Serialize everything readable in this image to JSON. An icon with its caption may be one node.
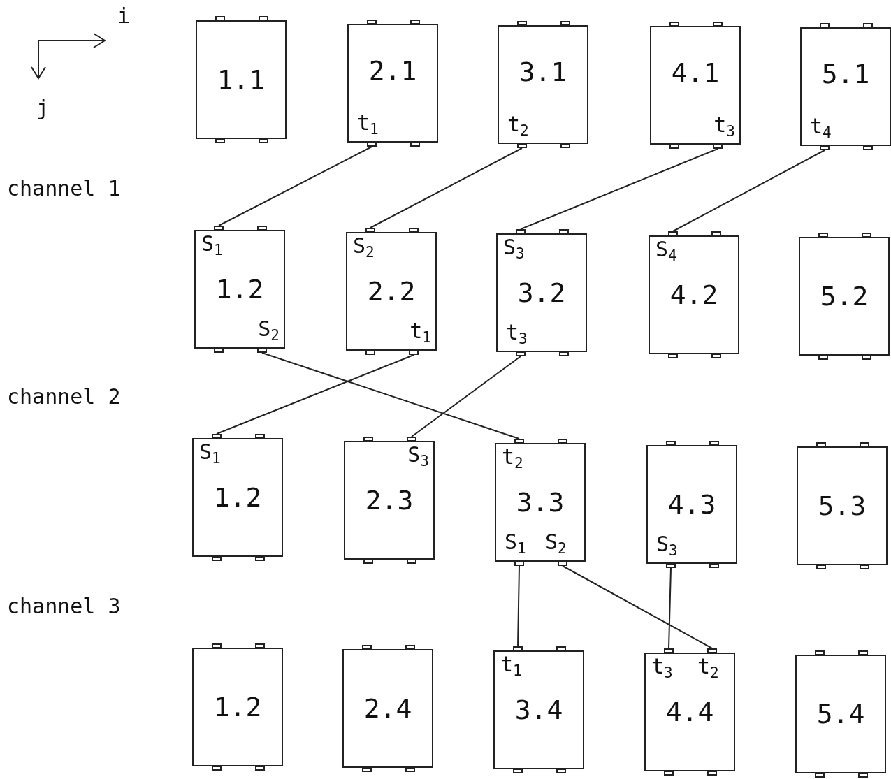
{
  "diagram": {
    "nodes": [
      {
        "text": [
          "1.1"
        ]
      },
      {
        "text": [
          "2.1",
          "t$_{1}$"
        ]
      },
      {
        "text": [
          "3.1",
          "t$_{2}$"
        ]
      },
      {
        "text": [
          "4.1",
          "t$_{3}$"
        ]
      },
      {
        "text": [
          "5.1",
          "t$_{4}$"
        ]
      },
      {
        "text": [
          "S$_{1}$",
          "1.2",
          "S$_{2}$"
        ]
      },
      {
        "text": [
          "S$_{2}$",
          "2.2",
          "t$_{1}$"
        ]
      },
      {
        "text": [
          "S$_{3}$",
          "3.2",
          "t$_{3}$"
        ]
      },
      {
        "text": [
          "S$_{4}$",
          "4.2"
        ]
      },
      {
        "text": [
          "5.2"
        ]
      },
      {
        "text": [
          "S$_{1}$",
          "1.2"
        ]
      },
      {
        "text": [
          "S$_{3}$",
          "2.3"
        ]
      },
      {
        "text": [
          "t$_{2}$",
          "3.3",
          "S$_{1}$",
          "S$_{2}$"
        ]
      },
      {
        "text": [
          "4.3",
          "S$_{3}$"
        ]
      },
      {
        "text": [
          "5.3"
        ]
      },
      {
        "text": [
          "1.2"
        ]
      },
      {
        "text": [
          "2.4"
        ]
      },
      {
        "text": [
          "t$_{1}$",
          "3.4"
        ]
      },
      {
        "text": [
          "t$_{3}$",
          "t$_{2}$",
          "4.4"
        ]
      },
      {
        "text": [
          "5.4"
        ]
      }
    ],
    "edges": [
      {
        "from": 1,
        "to": 5,
        "arrow": "none"
      },
      {
        "from": 2,
        "to": 6,
        "arrow": "none"
      },
      {
        "from": 3,
        "to": 7,
        "arrow": "none"
      },
      {
        "from": 4,
        "to": 8,
        "arrow": "none"
      },
      {
        "from": 5,
        "to": 12,
        "arrow": "none"
      },
      {
        "from": 6,
        "to": 10,
        "arrow": "none"
      },
      {
        "from": 7,
        "to": 11,
        "arrow": "none"
      },
      {
        "from": 12,
        "to": 17,
        "arrow": "none"
      },
      {
        "from": 12,
        "to": 18,
        "arrow": "none"
      },
      {
        "from": 13,
        "to": 18,
        "arrow": "none"
      }
    ],
    "labels": [
      "i",
      "j",
      "channel 1",
      "channel 2",
      "channel 3"
    ]
  }
}
